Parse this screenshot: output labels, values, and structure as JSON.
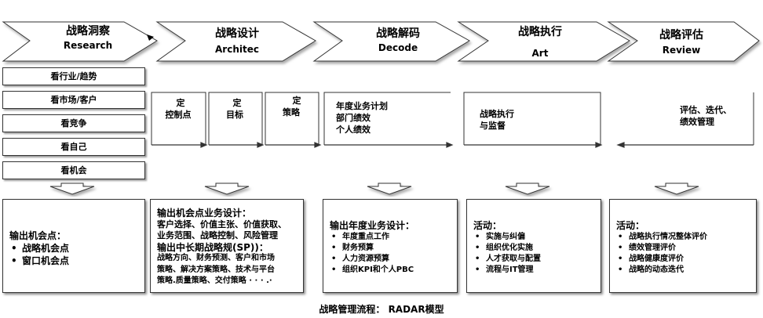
{
  "stages": [
    {
      "title": "战略洞察",
      "subtitle": "Research"
    },
    {
      "title": "战略设计",
      "subtitle": "Architec"
    },
    {
      "title": "战略解码",
      "subtitle": "Decode"
    },
    {
      "title": "战略执行",
      "subtitle": "Art"
    },
    {
      "title": "战略评估",
      "subtitle": "Review"
    }
  ],
  "research_items": [
    "看行业/趋势",
    "看市场/客户",
    "看竞争",
    "看自己",
    "看机会"
  ],
  "design_steps": [
    {
      "line1": "定",
      "line2": "控制点"
    },
    {
      "line1": "定",
      "line2": "目标"
    },
    {
      "line1": "定",
      "line2": "策略"
    }
  ],
  "decode_text": [
    "年度业务计划",
    "部门绩效",
    "个人绩效"
  ],
  "execute_text": [
    "战略执行",
    "与监督"
  ],
  "review_text": [
    "评估、迭代、",
    "绩效管理"
  ],
  "box1": {
    "title": "输出机会点：",
    "items": [
      "战略机会点",
      "窗口机会点"
    ]
  },
  "box2": {
    "lines": [
      "输出机会点业务设计：",
      "客户选择、价值主张、价值获取、",
      "业务范围、战略控制、风险管理",
      "输出中长期战略规(SP))：",
      "战略方向、财务预测、客户和市场",
      "策略、解决方案策略、技术与平台",
      "策略.质量策略、交付策略 · · · .·"
    ]
  },
  "box3": {
    "title": "输出年度业务设计：",
    "items": [
      "年度重点工作",
      "财务预算",
      "人力资源预算",
      "组织KPI和个人PBC"
    ]
  },
  "box4": {
    "title": "活动：",
    "items": [
      "实施与纠偏",
      "组织优化实施",
      "人才获取与配置",
      "流程与IT管理"
    ]
  },
  "box5": {
    "title": "活动：",
    "items": [
      "战略执行情况整体评价",
      "绩效管理评价",
      "战略健康度评价",
      "战略的动态迭代"
    ]
  },
  "caption": "战略管理流程： RADAR模型"
}
